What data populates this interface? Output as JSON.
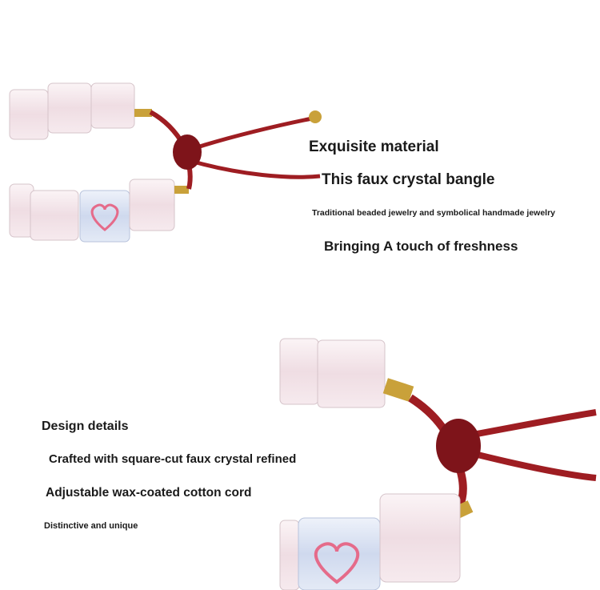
{
  "top_section": {
    "heading": "Exquisite material",
    "line1": "This faux crystal bangle",
    "line2": "Traditional beaded jewelry and symbolical handmade jewelry",
    "line3": "Bringing A touch of freshness"
  },
  "bottom_section": {
    "heading": "Design details",
    "line1": "Crafted with square-cut faux crystal refined",
    "line2": "Adjustable wax-coated cotton cord",
    "line3": "Distinctive and unique"
  },
  "colors": {
    "cord": "#9e1d22",
    "crystal_pink": "#f3e6ea",
    "crystal_blue": "#dce3f2",
    "heart": "#e56b8a",
    "gold": "#c9a13a"
  }
}
